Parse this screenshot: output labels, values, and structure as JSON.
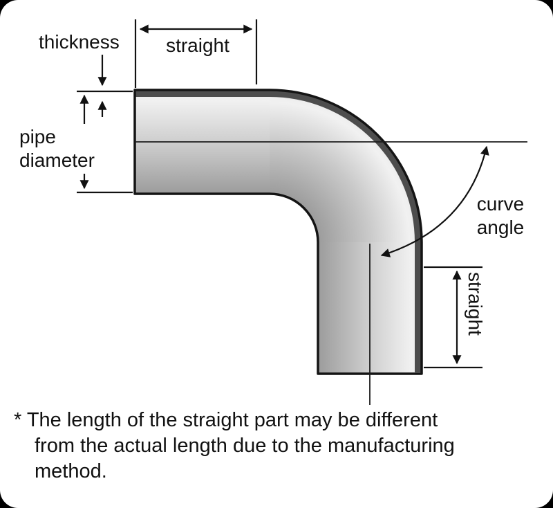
{
  "frame": {
    "background": "#000000",
    "panel_background": "#ffffff"
  },
  "diagram": {
    "labels": {
      "thickness": "thickness",
      "straight_top": "straight",
      "pipe_diameter": "pipe diameter",
      "curve_angle": "curve angle",
      "straight_right": "straight"
    },
    "colors": {
      "line": "#111111",
      "pipe_outline": "#141414",
      "pipe_wall_band": "#4d4d4d",
      "pipe_highlight": "#f1f1f1",
      "pipe_mid": "#cacaca",
      "pipe_shadow": "#9c9c9c"
    }
  },
  "footnote": {
    "lines": [
      "* The length of the straight part may be different",
      "from the actual length due to the manufacturing",
      "method."
    ]
  }
}
